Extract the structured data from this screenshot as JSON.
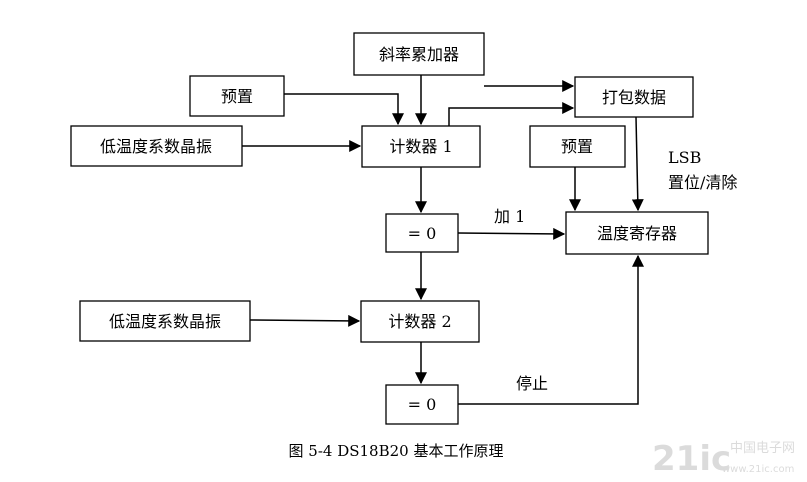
{
  "boxes": {
    "slope_accumulator": "斜率累加器",
    "preset_top": "预置",
    "low_temp_osc_1": "低温度系数晶振",
    "counter_1": "计数器 1",
    "pack_data": "打包数据",
    "preset_right": "预置",
    "eq_zero_1": "= 0",
    "temp_register": "温度寄存器",
    "low_temp_osc_2": "低温度系数晶振",
    "counter_2": "计数器 2",
    "eq_zero_2": "= 0"
  },
  "labels": {
    "lsb": "LSB",
    "set_clear": "置位/清除",
    "add_one": "加 1",
    "stop": "停止"
  },
  "caption": "图 5-4 DS18B20 基本工作原理",
  "watermark": {
    "logo": "21ic",
    "text": "中国电子网",
    "url": "www.21ic.com"
  }
}
